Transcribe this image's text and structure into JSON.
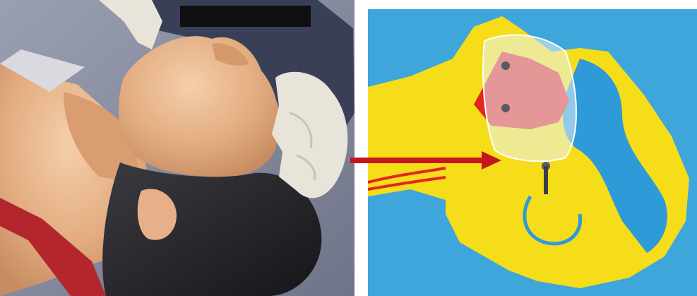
{
  "figure": {
    "left_photo": {
      "subject": "cpr-manikin-head-tilt-chin-lift",
      "colors": {
        "background": "#8c93a6",
        "skin": "#e8b48a",
        "hair": "#2a2a2e",
        "glove": "#e9e4da",
        "jacket": "#3a3f58",
        "red_accent": "#b3262c"
      }
    },
    "right_photo": {
      "subject": "airway-anatomy-model",
      "colors": {
        "background": "#3fa6dc",
        "yellow": "#f6dd1a",
        "red": "#e2261f",
        "blue": "#2f9ad8",
        "transparent_overlay": "#e8f3f8"
      }
    },
    "arrow": {
      "direction": "right",
      "color": "#c4161c"
    }
  }
}
